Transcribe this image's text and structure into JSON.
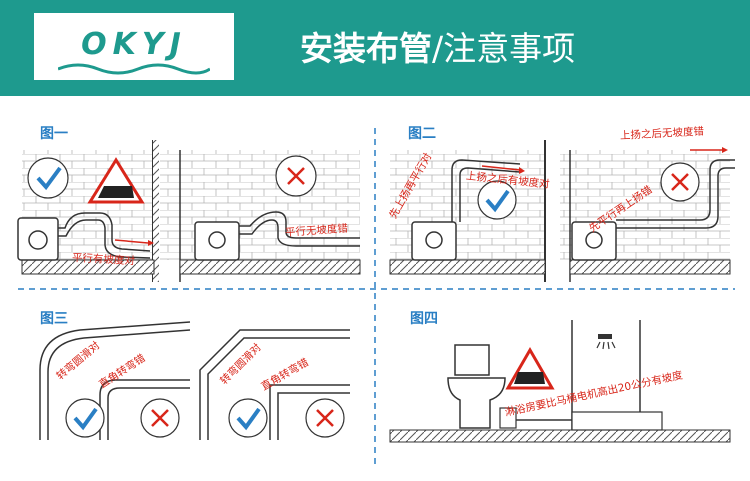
{
  "header": {
    "logo_text": "OKYJ",
    "title_bold": "安装布管",
    "title_rest": "/注意事项",
    "bg_color": "#1e9a8e"
  },
  "panels": [
    {
      "label": "图一",
      "notes": [
        "平行有坡度对",
        "平行无坡度错"
      ]
    },
    {
      "label": "图二",
      "notes": [
        "先上扬再平行对",
        "上扬之后有坡度对",
        "上扬之后无坡度错",
        "先平行再上扬错"
      ]
    },
    {
      "label": "图三",
      "notes": [
        "转弯圆滑对",
        "直角转弯错",
        "转弯圆滑对",
        "直角转弯错"
      ]
    },
    {
      "label": "图四",
      "notes": [
        "淋浴房要比马桶电机高出20公分有坡度"
      ]
    }
  ],
  "colors": {
    "accent": "#2a7fc4",
    "wrong": "#d8261a",
    "line": "#333333"
  },
  "icons": [
    "check-icon",
    "cross-icon",
    "warning-icon",
    "shower-icon"
  ]
}
